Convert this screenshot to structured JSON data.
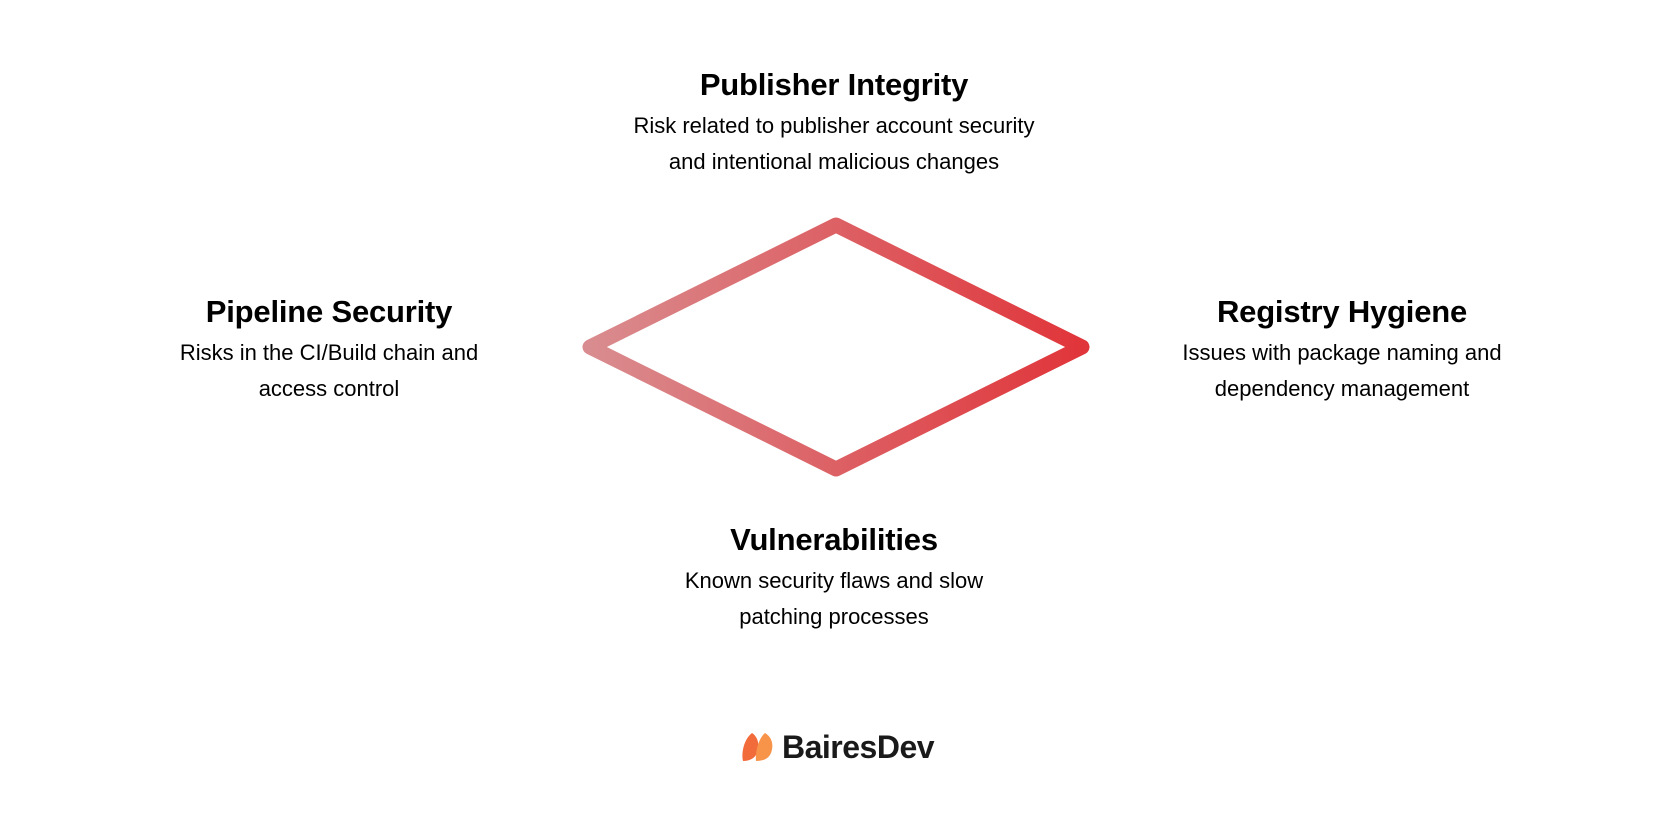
{
  "diagram": {
    "nodes": [
      {
        "id": "top",
        "title": "Publisher Integrity",
        "description_lines": [
          "Risk related to publisher account security",
          "and intentional malicious changes"
        ]
      },
      {
        "id": "left",
        "title": "Pipeline Security",
        "description_lines": [
          "Risks in the CI/Build chain and",
          "access control"
        ]
      },
      {
        "id": "right",
        "title": "Registry Hygiene",
        "description_lines": [
          "Issues with package naming and",
          "dependency management"
        ]
      },
      {
        "id": "bottom",
        "title": "Vulnerabilities",
        "description_lines": [
          "Known security flaws and slow",
          "patching processes"
        ]
      }
    ],
    "shape": "diamond",
    "gradient_colors": {
      "start": "#d98c8f",
      "end": "#e0353a"
    }
  },
  "brand": {
    "name": "BairesDev",
    "logo_icon": "bairesdev-logo-icon",
    "logo_colors": [
      "#f26b3a",
      "#f7944a"
    ]
  }
}
